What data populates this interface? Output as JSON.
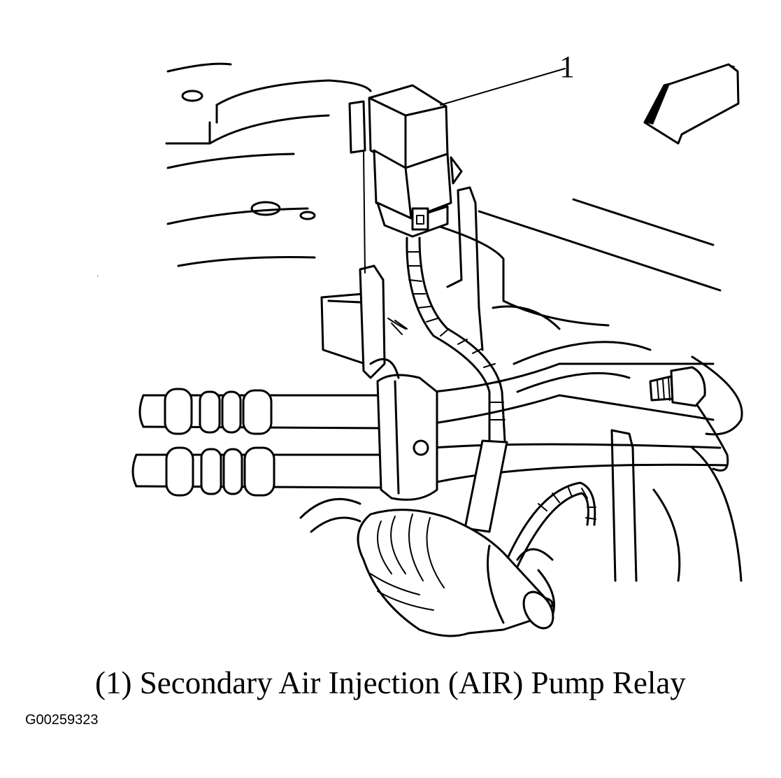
{
  "callout": {
    "number": "1"
  },
  "caption": "(1) Secondary Air Injection (AIR) Pump Relay",
  "figure_id": "G00259323",
  "icons": [
    "direction-arrow-icon"
  ]
}
